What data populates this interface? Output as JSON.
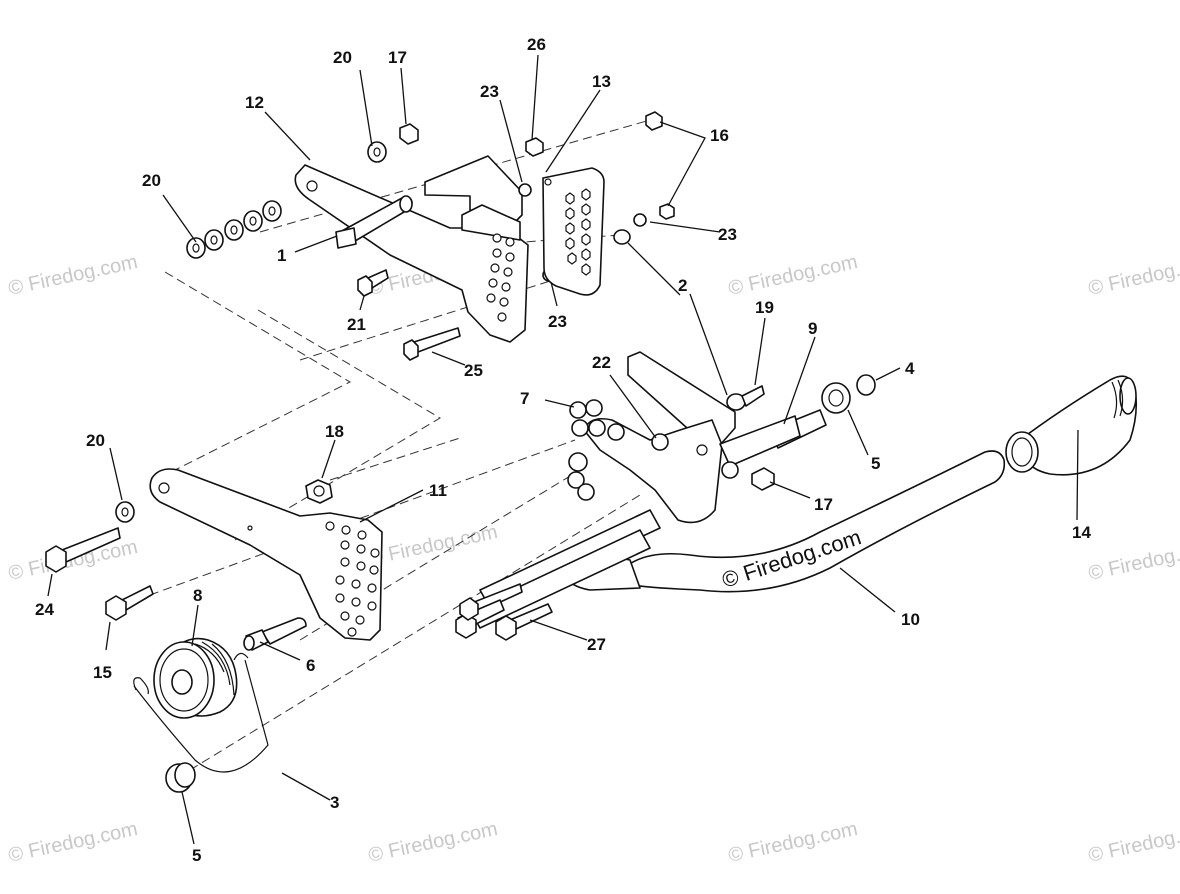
{
  "watermark": "© Firedog.com",
  "callouts": [
    "20",
    "17",
    "26",
    "13",
    "12",
    "23",
    "16",
    "20",
    "1",
    "23",
    "2",
    "21",
    "23",
    "25",
    "19",
    "9",
    "22",
    "4",
    "7",
    "5",
    "18",
    "11",
    "20",
    "17",
    "14",
    "8",
    "24",
    "15",
    "6",
    "27",
    "10",
    "3",
    "5"
  ]
}
